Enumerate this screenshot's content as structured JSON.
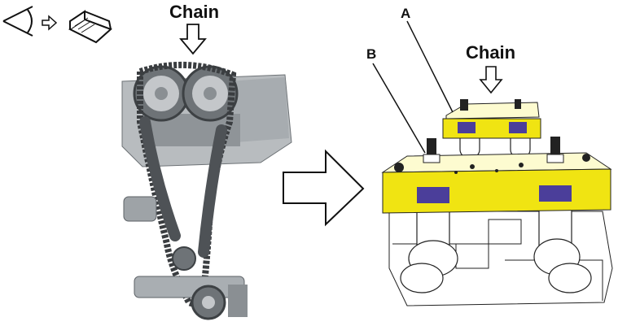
{
  "labels": {
    "chain_left": "Chain",
    "chain_right": "Chain",
    "callout_a": "A",
    "callout_b": "B"
  },
  "icons": {
    "instruction_sequence": [
      "eye-icon",
      "small-arrow-right-icon",
      "manual-book-icon"
    ]
  },
  "colors": {
    "tool_yellow": "#f0e412",
    "tool_outline": "#1a1a1a",
    "bearing_purple": "#4b3e9a",
    "engine_gray": "#9aa0a4",
    "engine_dark": "#5c6166",
    "chain_dark": "#3a3d40"
  }
}
